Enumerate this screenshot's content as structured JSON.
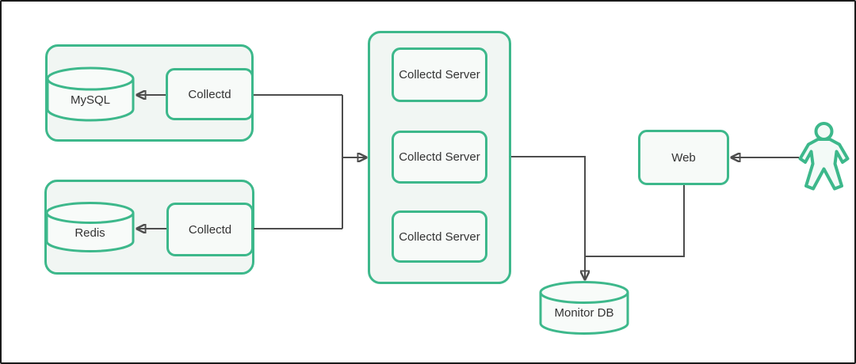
{
  "diagram": {
    "mysql_group": {
      "db_label": "MySQL",
      "agent_label": "Collectd"
    },
    "redis_group": {
      "db_label": "Redis",
      "agent_label": "Collectd"
    },
    "cluster": {
      "servers": [
        "Collectd Server",
        "Collectd Server",
        "Collectd Server"
      ]
    },
    "web_label": "Web",
    "monitor_db_label": "Monitor DB",
    "colors": {
      "accent_green": "#3DB88B",
      "group_fill": "#F1F6F3",
      "node_fill": "#F7FAF8",
      "connector_gray": "#4D4D4D",
      "text_color": "#333333",
      "frame_black": "#1A1A1A"
    }
  }
}
